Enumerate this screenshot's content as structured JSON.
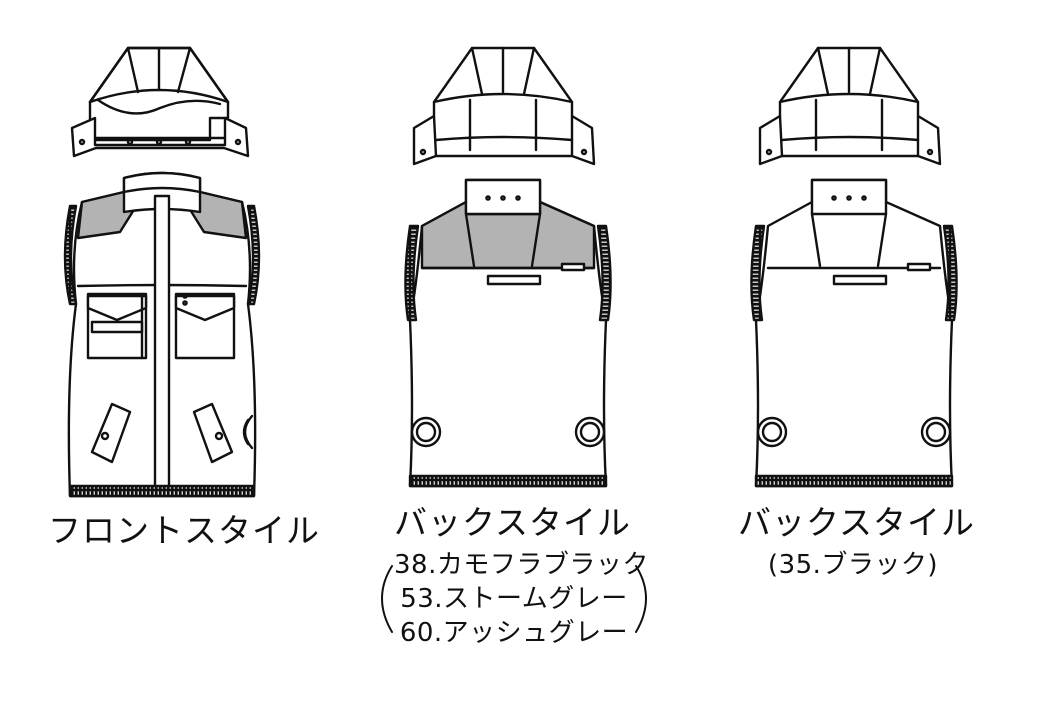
{
  "figures": [
    {
      "caption": "フロントスタイル",
      "colors": []
    },
    {
      "caption": "バックスタイル",
      "colors": [
        "38.カモフラブラック",
        "53.ストームグレー",
        "60.アッシュグレー"
      ]
    },
    {
      "caption": "バックスタイル",
      "colors": [
        "(35.ブラック)"
      ]
    }
  ],
  "palette": {
    "line": "#111111",
    "fill": "#ffffff",
    "shade": "#b3b3b3"
  }
}
